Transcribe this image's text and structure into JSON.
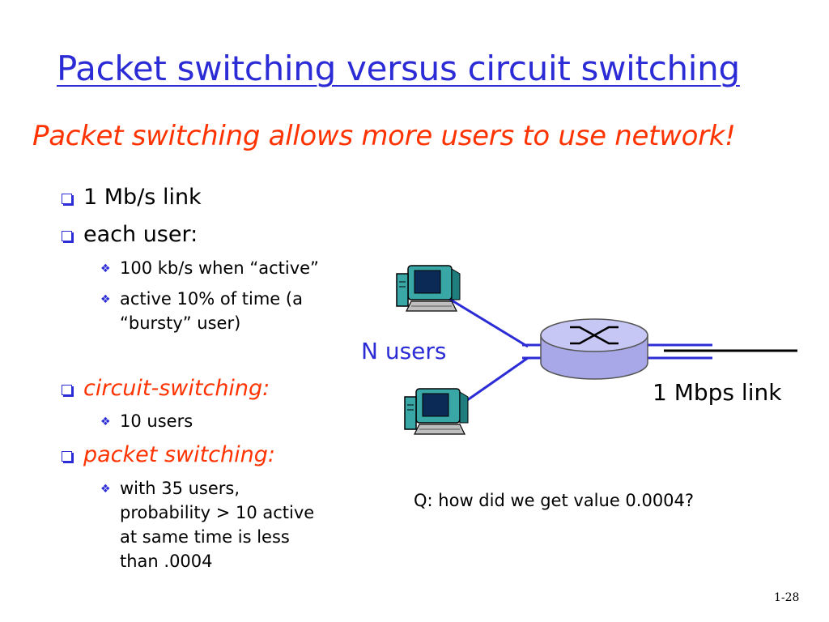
{
  "title": "Packet switching versus circuit switching",
  "subtitle": "Packet switching allows more users to use network!",
  "bullets": {
    "b1": "1 Mb/s link",
    "b2": "each user:",
    "b2_sub1": "100 kb/s when “active”",
    "b2_sub2_line1": "active 10% of time (a",
    "b2_sub2_line2": "“bursty” user)",
    "b3": "circuit-switching:",
    "b3_sub1": "10 users",
    "b4": "packet switching:",
    "b4_sub1_line1": "with 35 users,",
    "b4_sub1_line2": "probability > 10 active",
    "b4_sub1_line3": "at same time is less",
    "b4_sub1_line4": "than .0004"
  },
  "diagram": {
    "n_users_label": "N users",
    "link_label": "1 Mbps link",
    "icons": [
      "computer-icon",
      "router-icon"
    ]
  },
  "question": "Q: how did we get value 0.0004?",
  "page_number": "1-28",
  "colors": {
    "title": "#2c2cd6",
    "emphasis": "#ff3300",
    "diagram_blue": "#2c2cd6"
  }
}
